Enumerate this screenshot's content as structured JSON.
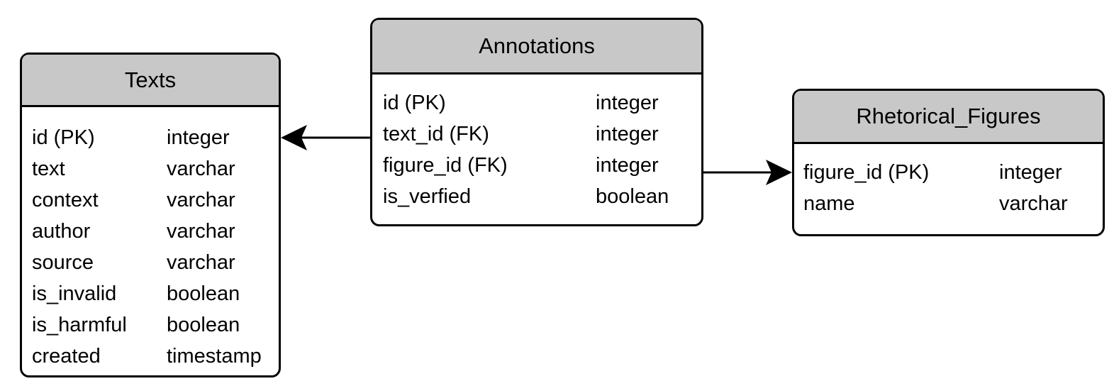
{
  "diagram": {
    "type": "entity-relationship",
    "entities": [
      {
        "name": "Texts",
        "fields": [
          {
            "name": "id (PK)",
            "type": "integer"
          },
          {
            "name": "text",
            "type": "varchar"
          },
          {
            "name": "context",
            "type": "varchar"
          },
          {
            "name": "author",
            "type": "varchar"
          },
          {
            "name": "source",
            "type": "varchar"
          },
          {
            "name": "is_invalid",
            "type": "boolean"
          },
          {
            "name": "is_harmful",
            "type": "boolean"
          },
          {
            "name": "created",
            "type": "timestamp"
          }
        ]
      },
      {
        "name": "Annotations",
        "fields": [
          {
            "name": "id (PK)",
            "type": "integer"
          },
          {
            "name": "text_id (FK)",
            "type": "integer"
          },
          {
            "name": "figure_id (FK)",
            "type": "integer"
          },
          {
            "name": "is_verfied",
            "type": "boolean"
          }
        ]
      },
      {
        "name": "Rhetorical_Figures",
        "fields": [
          {
            "name": "figure_id (PK)",
            "type": "integer"
          },
          {
            "name": "name",
            "type": "varchar"
          }
        ]
      }
    ],
    "relationships": [
      {
        "from": "Annotations",
        "to": "Texts"
      },
      {
        "from": "Annotations",
        "to": "Rhetorical_Figures"
      }
    ],
    "colors": {
      "header_fill": "#c8c8c8",
      "border": "#000000",
      "background": "#ffffff",
      "text": "#000000"
    }
  }
}
